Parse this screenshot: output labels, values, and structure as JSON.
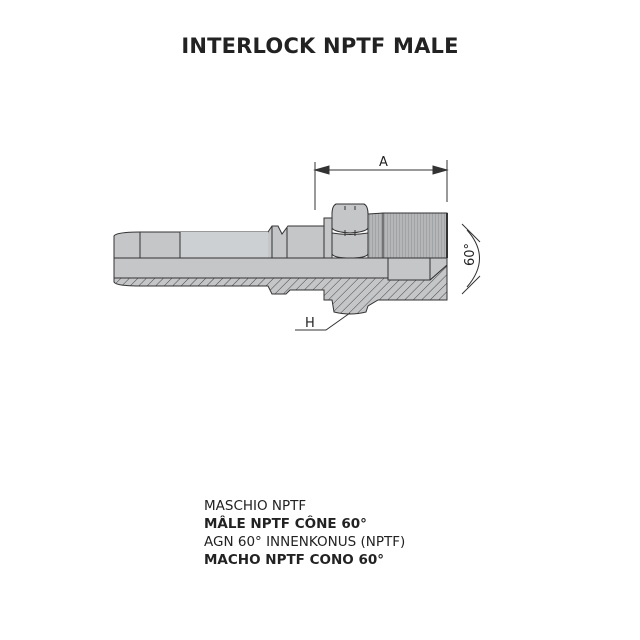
{
  "title": "INTERLOCK NPTF MALE",
  "drawing": {
    "dimension_a": "A",
    "dimension_h": "H",
    "angle": "60°"
  },
  "descriptions": [
    "MASCHIO NPTF",
    "MÂLE NPTF CÔNE 60°",
    "AGN 60° INNENKONUS (NPTF)",
    "MACHO NPTF CONO 60°"
  ],
  "colors": {
    "body": "#c4c6c8",
    "line": "#333333",
    "text": "#222222"
  }
}
